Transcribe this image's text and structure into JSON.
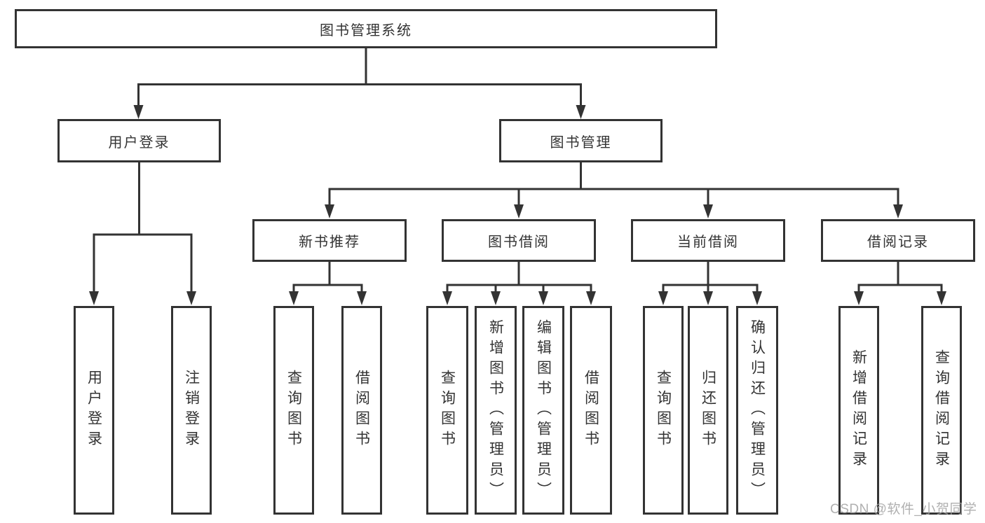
{
  "diagram": {
    "root": {
      "label": "图书管理系统",
      "children": [
        {
          "label": "用户登录",
          "children": [
            {
              "label": "用户登录"
            },
            {
              "label": "注销登录"
            }
          ]
        },
        {
          "label": "图书管理",
          "children": [
            {
              "label": "新书推荐",
              "children": [
                {
                  "label": "查询图书"
                },
                {
                  "label": "借阅图书"
                }
              ]
            },
            {
              "label": "图书借阅",
              "children": [
                {
                  "label": "查询图书"
                },
                {
                  "label": "新增图书（管理员）"
                },
                {
                  "label": "编辑图书（管理员）"
                },
                {
                  "label": "借阅图书"
                }
              ]
            },
            {
              "label": "当前借阅",
              "children": [
                {
                  "label": "查询图书"
                },
                {
                  "label": "归还图书"
                },
                {
                  "label": "确认归还（管理员）"
                }
              ]
            },
            {
              "label": "借阅记录",
              "children": [
                {
                  "label": "新增借阅记录"
                },
                {
                  "label": "查询借阅记录"
                }
              ]
            }
          ]
        }
      ]
    }
  },
  "watermark": {
    "text": "CSDN @软件_小贺同学"
  },
  "colors": {
    "line": "#333333",
    "box_border": "#333333",
    "text": "#333333",
    "watermark": "#a3a3a3",
    "background": "#ffffff"
  }
}
